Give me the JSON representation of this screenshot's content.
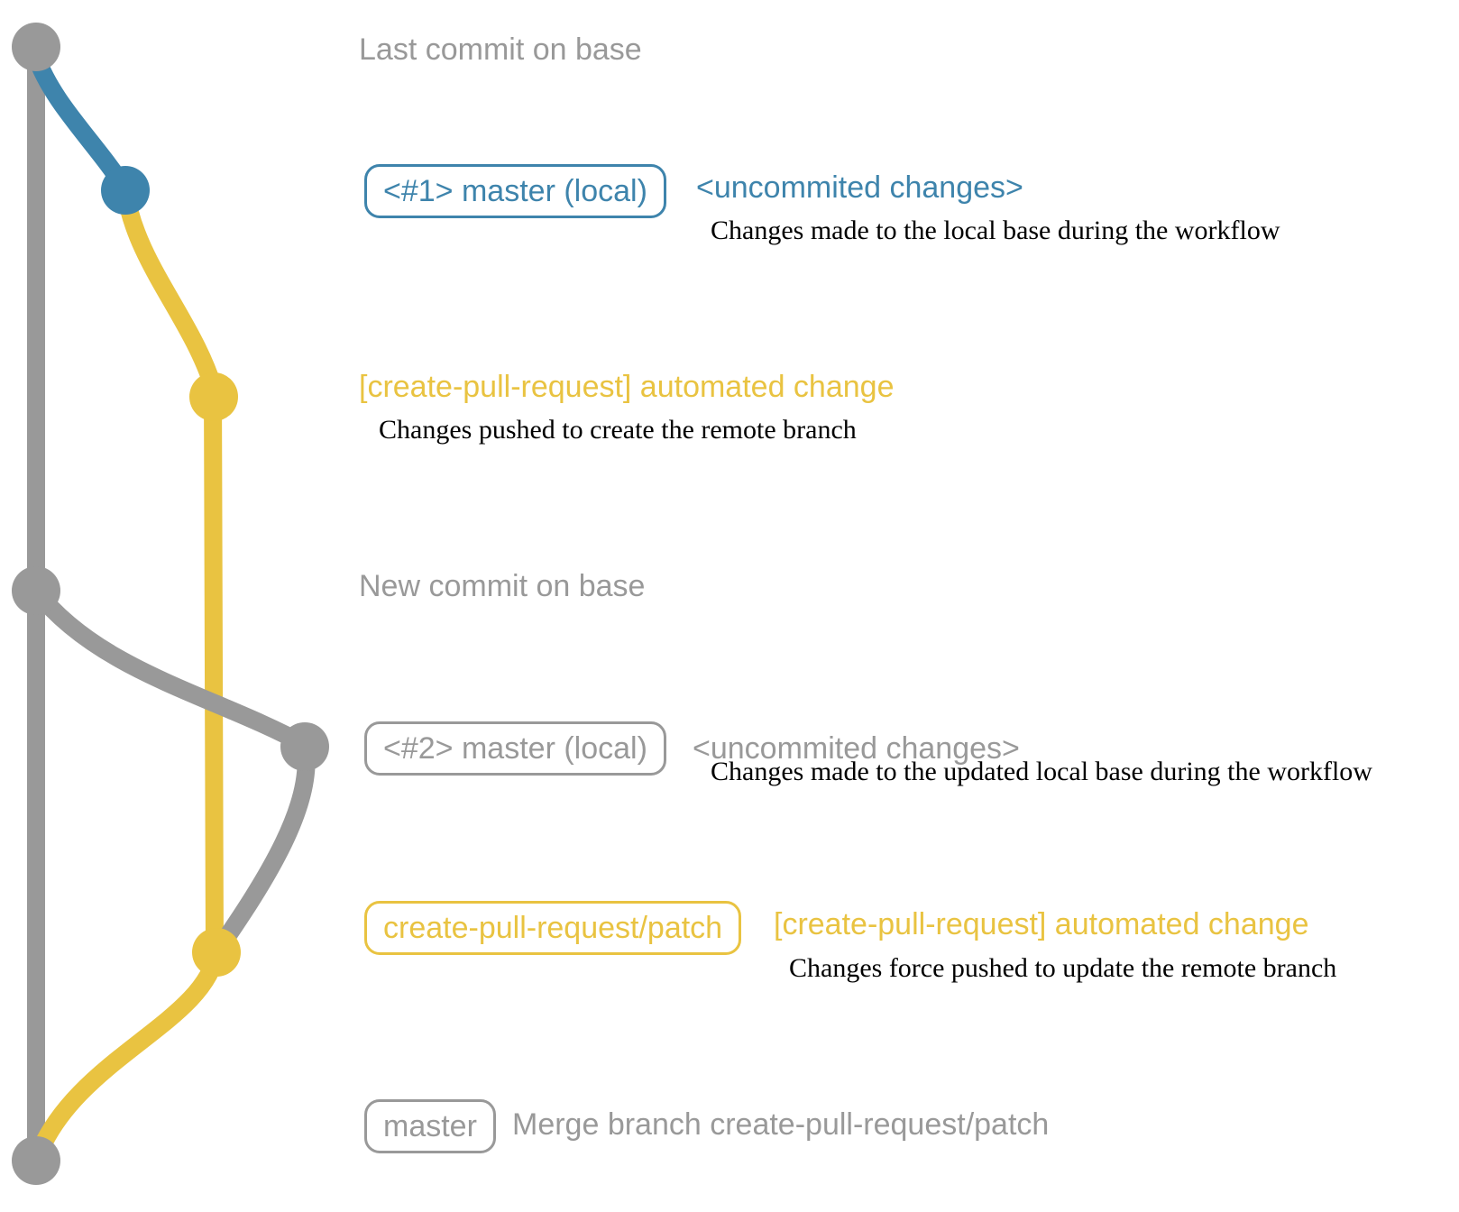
{
  "colors": {
    "gray": "#999999",
    "blue": "#3e84ac",
    "yellow": "#e9c341",
    "ink": "#000000",
    "background": "#ffffff"
  },
  "graph": {
    "commits": [
      {
        "id": "last-base",
        "color": "gray"
      },
      {
        "id": "local-1",
        "color": "blue"
      },
      {
        "id": "patch-1",
        "color": "yellow"
      },
      {
        "id": "new-base",
        "color": "gray"
      },
      {
        "id": "local-2",
        "color": "gray"
      },
      {
        "id": "patch-2",
        "color": "yellow"
      },
      {
        "id": "merge",
        "color": "gray"
      }
    ]
  },
  "rows": {
    "last_base": {
      "label": "Last commit on base"
    },
    "local1": {
      "branch_tag": "<#1> master (local)",
      "commit_message": "<uncommited changes>",
      "description": "Changes made to the local base during the workflow"
    },
    "patch1": {
      "commit_message": "[create-pull-request] automated change",
      "description": "Changes pushed to create the remote branch"
    },
    "new_base": {
      "label": "New commit on base"
    },
    "local2": {
      "branch_tag": "<#2> master (local)",
      "commit_message": "<uncommited changes>",
      "description": "Changes made to the updated local base during the workflow"
    },
    "patch2": {
      "branch_tag": "create-pull-request/patch",
      "commit_message": "[create-pull-request] automated change",
      "description": "Changes force pushed to update the remote branch"
    },
    "merge": {
      "branch_tag": "master",
      "commit_message": "Merge branch create-pull-request/patch"
    }
  }
}
